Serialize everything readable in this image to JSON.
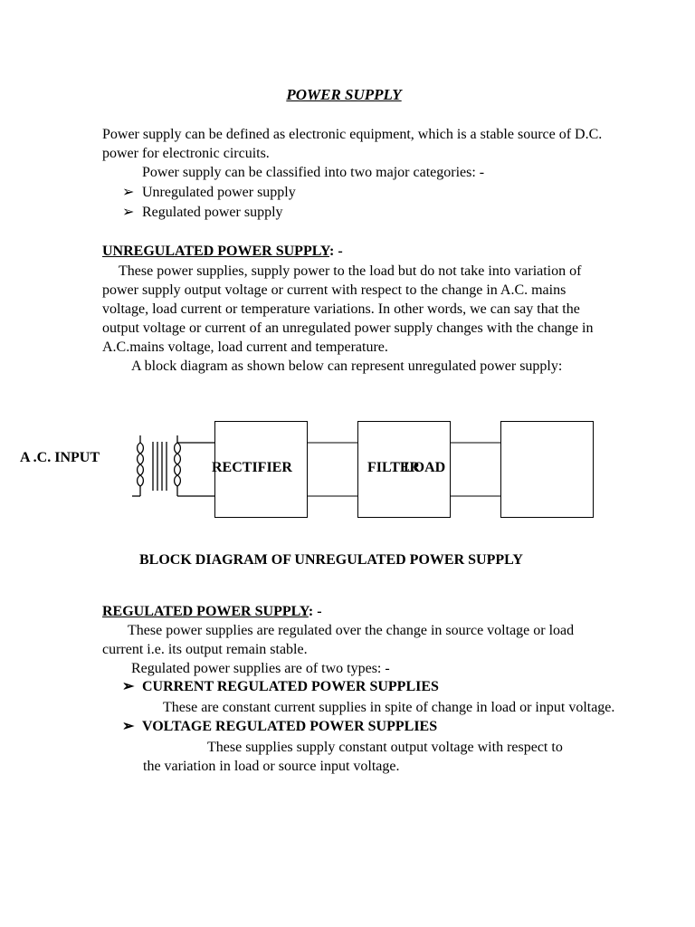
{
  "title": "POWER SUPPLY",
  "intro": {
    "line1": "Power supply can be defined as electronic equipment, which is a stable source of D.C.",
    "line2": "power for electronic circuits.",
    "line3": "Power supply can be classified into two major categories: -",
    "bullets": [
      "Unregulated power supply",
      "Regulated power supply"
    ]
  },
  "unregulated": {
    "heading": "UNREGULATED POWER SUPPLY",
    "heading_suffix": ": -",
    "lines": [
      "These power supplies, supply power to the load but do not take into variation of",
      "power supply output voltage or current with respect to the change in A.C. mains",
      "voltage, load current or temperature variations. In other words, we can say that the",
      "output voltage or current of an unregulated power supply changes with the change in",
      "A.C.mains voltage, load current and temperature.",
      "A block diagram as shown below can represent unregulated power supply:"
    ]
  },
  "diagram": {
    "input_label": "A .C. INPUT",
    "blocks": [
      "RECTIFIER",
      "FILTER",
      "LOAD"
    ],
    "caption": "BLOCK DIAGRAM OF UNREGULATED POWER SUPPLY"
  },
  "regulated": {
    "heading": "REGULATED POWER SUPPLY",
    "heading_suffix": ": -",
    "lines": [
      "These power supplies are regulated over the change in source voltage or load",
      "current i.e. its output remain stable.",
      "Regulated power supplies are of two types: -"
    ],
    "types": [
      {
        "name": "CURRENT REGULATED POWER SUPPLIES",
        "desc": [
          "These are constant current supplies in spite of change in load or input voltage."
        ]
      },
      {
        "name": "VOLTAGE REGULATED POWER SUPPLIES",
        "desc": [
          "These supplies supply constant output voltage with respect to",
          "the variation in load or source input voltage."
        ]
      }
    ]
  },
  "bullet_glyph": "➢"
}
